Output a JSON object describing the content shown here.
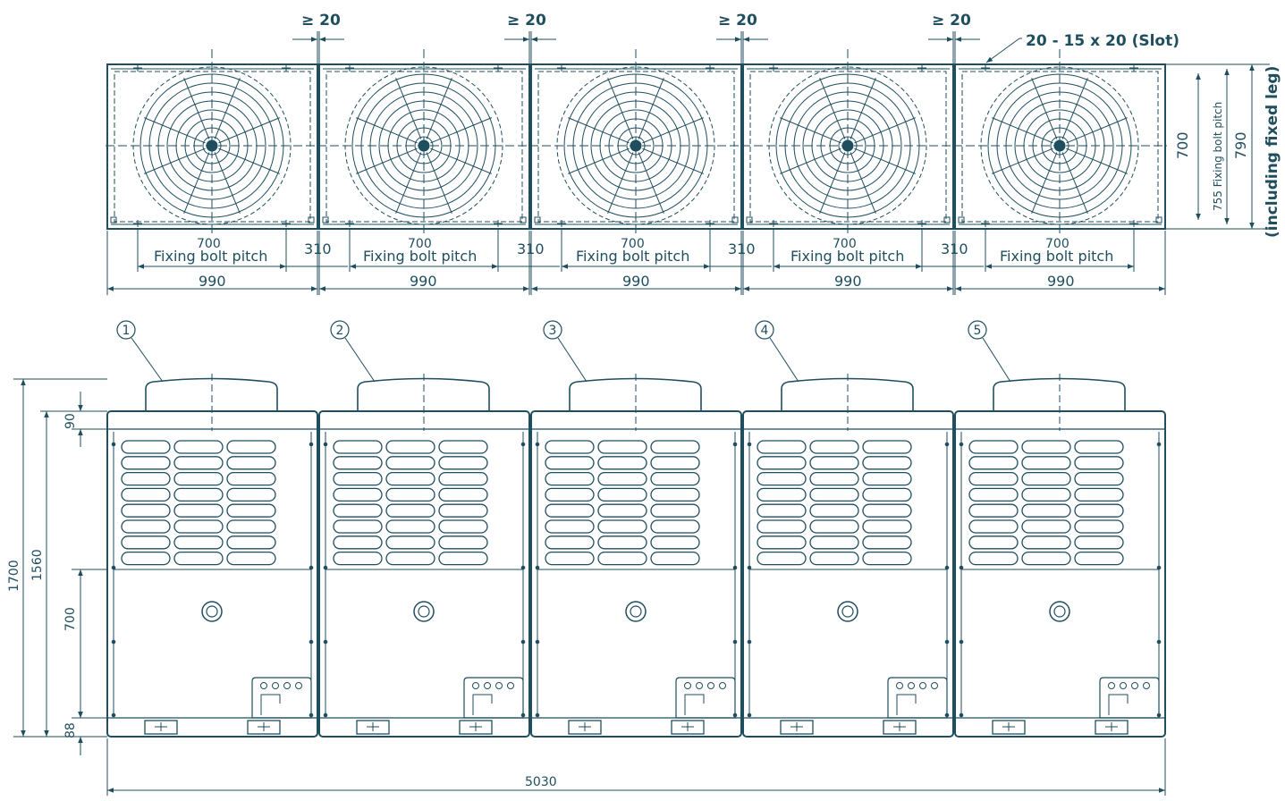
{
  "plan": {
    "clearance": "≥ 20",
    "slot_note": "20 - 15 x 20 (Slot)",
    "fan_dim": "700",
    "fixing_label": "Fixing bolt pitch",
    "gap": "310",
    "width": "990",
    "depth_700": "700",
    "depth_755": "755 Fixing bolt pitch",
    "depth_790": "790",
    "leg_note": "(including fixed leg)"
  },
  "elevation": {
    "numbers": [
      "1",
      "2",
      "3",
      "4",
      "5"
    ],
    "h_total": "1700",
    "h_body": "1560",
    "h_top": "90",
    "h_panel": "700",
    "h_base": "88",
    "total_width": "5030"
  },
  "colors": {
    "ink": "#1f4e5f"
  },
  "unit_count": 5
}
